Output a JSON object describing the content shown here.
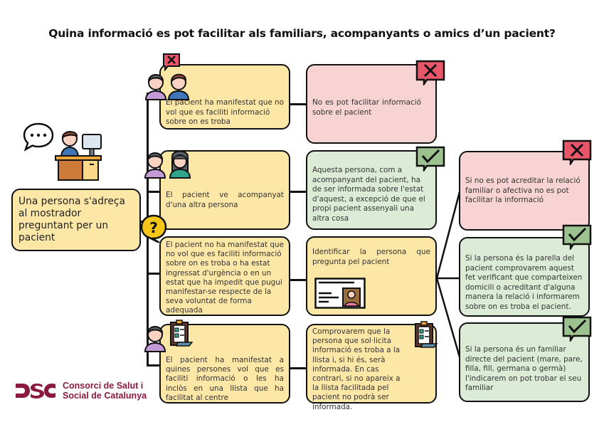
{
  "title": "Quina informació es pot facilitar als familiars, acompanyants o amics d’un pacient?",
  "start": {
    "text": "Una persona s'adreça al mostrador preguntant per un pacient",
    "icons": [
      "speech-bubble-icon",
      "receptionist-desk-icon"
    ]
  },
  "scenarios": [
    {
      "text": "El pacient ha manifestat que no vol que es faciliti informació sobre on es troba",
      "icons": [
        "two-people-icon",
        "refuse-bubble-icon"
      ]
    },
    {
      "text": "El pacient ve acompanyat d'una altra persona",
      "icons": [
        "man-icon",
        "woman-icon"
      ]
    },
    {
      "text": "El pacient no ha manifestat que no vol que es faciliti informació sobre on es troba o ha estat ingressat d'urgència o en un estat que ha impedit que pugui manifestar-se respecte de la seva voluntat de forma adequada",
      "icons": [
        "question-bubble-icon"
      ]
    },
    {
      "text": "El pacient ha manifestat a quines persones vol que es faciliti informació o les ha inclòs en una llista que ha facilitat al centre",
      "icons": [
        "person-icon",
        "checklist-icon"
      ]
    }
  ],
  "outcomes": [
    {
      "text": "No es pot facilitar informació sobre el pacient",
      "status": "denied"
    },
    {
      "text": "Aquesta persona, com a acompanyant del pacient, ha de ser informada sobre  l'estat d'aquest, a excepció de que el propi pacient assenyali una altra cosa",
      "status": "allowed"
    },
    {
      "text": "Identificar la persona que pregunta pel pacient",
      "status": "action"
    },
    {
      "text": "Comprovarem que la persona que sol·licita informació es troba a la llista i, si hi és, serà informada. En cas contrari, si no apareix a la llista facilitada pel pacient no podrà ser informada.",
      "status": "action"
    }
  ],
  "identification_results": [
    {
      "text": "Si no es pot acreditar la relació familiar o afectiva no es pot facilitar la informació",
      "status": "denied"
    },
    {
      "text": "Si la persona és la parella del pacient comprovarem aquest fet verificant que comparteixen domicili o acreditant d'alguna manera la relació i informarem sobre on es troba el pacient.",
      "status": "allowed"
    },
    {
      "text": "Si la persona és un familiar directe del pacient (mare, pare, filla, fill, germana o germà) l'indicarem on pot trobar el seu familiar",
      "status": "allowed"
    }
  ],
  "logo": {
    "mark": "CSC",
    "line1": "Consorci de Salut i",
    "line2": "Social de Catalunya"
  },
  "colors": {
    "yellow_box": "#fde7a7",
    "pink_box": "#f8d3d3",
    "green_box": "#dcebd6",
    "deny_badge": "#e8566a",
    "allow_badge": "#9cc28f",
    "brand": "#8a1a3e",
    "question_badge": "#f5c518"
  }
}
